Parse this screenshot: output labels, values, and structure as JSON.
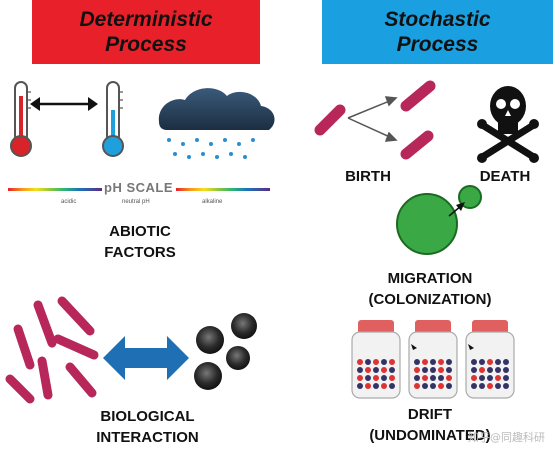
{
  "headers": {
    "deterministic": [
      "Deterministic",
      "Process"
    ],
    "stochastic": [
      "Stochastic",
      "Process"
    ]
  },
  "ph_scale": {
    "title": "pH SCALE",
    "acidic": "acidic",
    "neutral": "neutral pH",
    "alkaline": "alkaline"
  },
  "labels": {
    "abiotic": [
      "ABIOTIC",
      "FACTORS"
    ],
    "biological": [
      "BIOLOGICAL",
      "INTERACTION"
    ],
    "birth": "BIRTH",
    "death": "DEATH",
    "migration": [
      "MIGRATION",
      "(COLONIZATION)"
    ],
    "drift": [
      "DRIFT",
      "(UNDOMINATED)"
    ]
  },
  "watermark": "知乎@同趣科研",
  "colors": {
    "deterministic_bg": "#e8202a",
    "stochastic_bg": "#1aa0e0",
    "microbe": "#b8275a",
    "arrow_blue": "#1f6fb5",
    "migration_green": "#3aa845"
  }
}
